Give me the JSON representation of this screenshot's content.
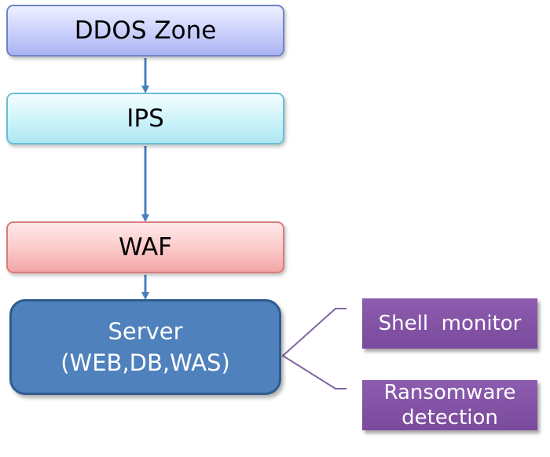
{
  "flow": {
    "ddos": "DDOS Zone",
    "ips": "IPS",
    "waf": "WAF",
    "server_line1": "Server",
    "server_line2": "(WEB,DB,WAS)"
  },
  "features": {
    "shell": "Shell  monitor",
    "ransom_line1": "Ransomware",
    "ransom_line2": "detection"
  },
  "colors": {
    "arrow": "#4a7ebb",
    "server": "#4f81bd",
    "feature": "#7f4f9f",
    "connector": "#8064a2"
  }
}
